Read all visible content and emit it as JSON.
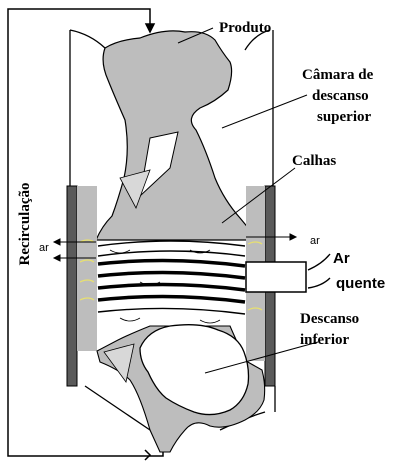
{
  "labels": {
    "produto": "Produto",
    "camara_line1": "Câmara de",
    "camara_line2": "descanso",
    "camara_line3": "superior",
    "calhas": "Calhas",
    "recirculacao": "Recirculação",
    "ar_left": "ar",
    "ar_right": "ar",
    "ar_quente_line1": "Ar",
    "ar_quente_line2": "quente",
    "descanso_line1": "Descanso",
    "descanso_line2": "inferior"
  },
  "colors": {
    "grain": "#bdbdbd",
    "wall": "#5a5a5a",
    "outline": "#000000",
    "highlight": "#e8e070"
  }
}
